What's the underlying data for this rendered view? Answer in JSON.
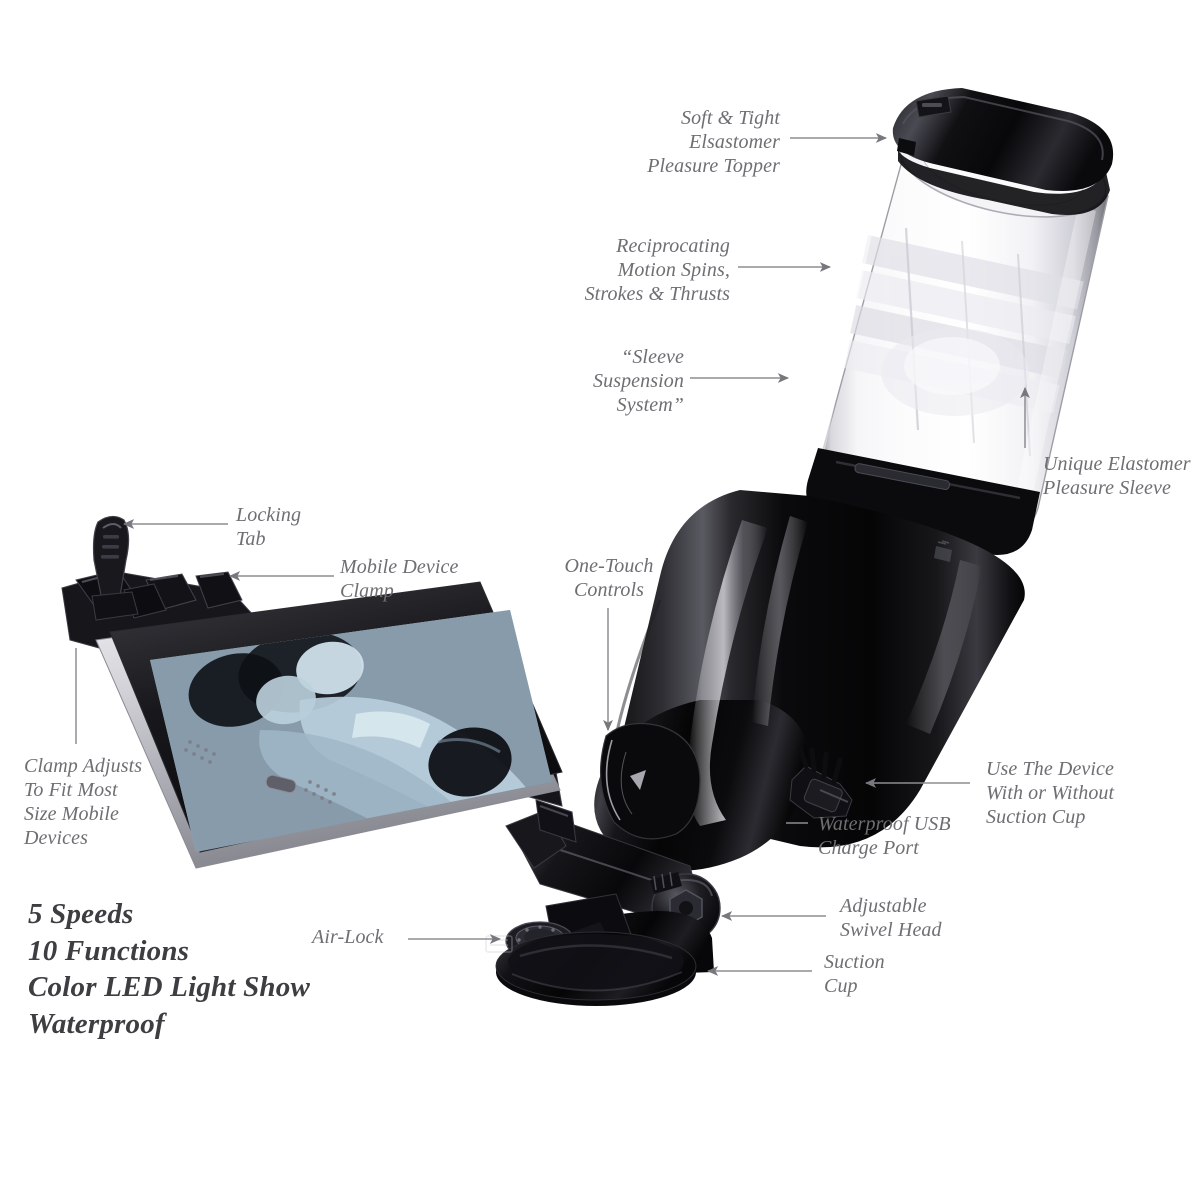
{
  "page": {
    "background_color": "#ffffff",
    "label_color": "#6e6e73",
    "spec_color": "#3d3d42",
    "leader_line_color": "#8d8d92"
  },
  "callouts": [
    {
      "id": "soft-tight-elastomer-pleasure-topper",
      "text": "Soft & Tight\nElsastomer\nPleasure Topper",
      "align": "right"
    },
    {
      "id": "reciprocating-motion",
      "text": "Reciprocating\nMotion Spins,\nStrokes & Thrusts",
      "align": "right"
    },
    {
      "id": "sleeve-suspension-system",
      "text": "“Sleeve\nSuspension\nSystem”",
      "align": "right"
    },
    {
      "id": "unique-elastomer-pleasure-sleeve",
      "text": "Unique Elastomer\nPleasure Sleeve",
      "align": "left"
    },
    {
      "id": "locking-tab",
      "text": "Locking\nTab",
      "align": "left"
    },
    {
      "id": "mobile-device-clamp",
      "text": "Mobile Device\nClamp",
      "align": "left"
    },
    {
      "id": "clamp-adjusts",
      "text": "Clamp Adjusts\nTo Fit Most\nSize Mobile\nDevices",
      "align": "left"
    },
    {
      "id": "one-touch-controls",
      "text": "One-Touch\nControls",
      "align": "center"
    },
    {
      "id": "use-with-or-without-suction-cup",
      "text": "Use The Device\nWith or Without\nSuction Cup",
      "align": "left"
    },
    {
      "id": "waterproof-usb-charge-port",
      "text": "Waterproof USB\nCharge Port",
      "align": "left"
    },
    {
      "id": "adjustable-swivel-head",
      "text": "Adjustable\nSwivel Head",
      "align": "left"
    },
    {
      "id": "suction-cup",
      "text": "Suction\nCup",
      "align": "left"
    },
    {
      "id": "air-lock",
      "text": "Air-Lock",
      "align": "left"
    }
  ],
  "spec_block": {
    "text": "5 Speeds\n10 Functions\nColor LED Light Show\nWaterproof"
  },
  "product": {
    "name": "motorized stroker with mobile device mount",
    "parts": [
      "clear elastomer sleeve chamber",
      "black motor body",
      "one-touch control button",
      "waterproof usb charge port",
      "adjustable swivel head",
      "suction cup base",
      "air-lock lever",
      "mobile device clamp",
      "locking tab",
      "mounted smartphone"
    ]
  }
}
